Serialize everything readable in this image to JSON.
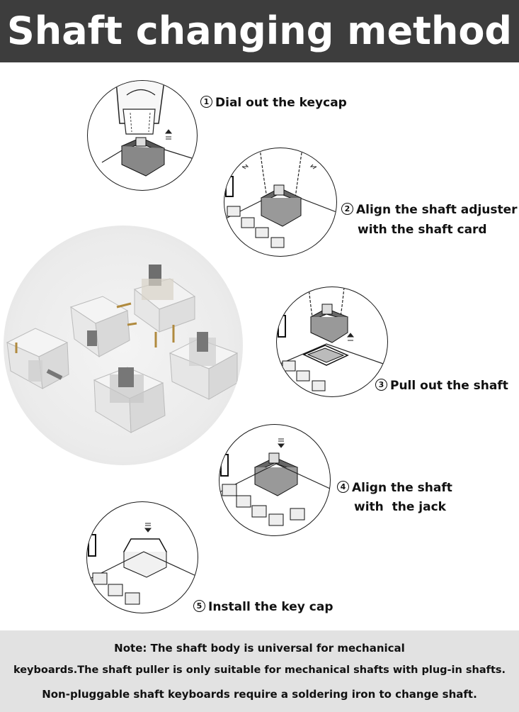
{
  "header": {
    "title": "Shaft changing method"
  },
  "steps": [
    {
      "num": "1",
      "lines": [
        "Dial out the keycap"
      ]
    },
    {
      "num": "2",
      "lines": [
        "Align the shaft adjuster",
        "with the shaft card"
      ]
    },
    {
      "num": "3",
      "lines": [
        "Pull out the shaft"
      ]
    },
    {
      "num": "4",
      "lines": [
        "Align the shaft",
        "with  the jack"
      ]
    },
    {
      "num": "5",
      "lines": [
        "Install the key cap"
      ]
    }
  ],
  "note": {
    "lines": [
      "Note: The shaft body is universal for mechanical",
      "keyboards.The shaft puller is only suitable for mechanical shafts with plug-in shafts.",
      "Non-pluggable shaft keyboards require a soldering iron to change shaft."
    ]
  },
  "colors": {
    "header_bg": "#3d3d3d",
    "note_bg": "#e2e2e2",
    "line": "#1a1a1a"
  }
}
